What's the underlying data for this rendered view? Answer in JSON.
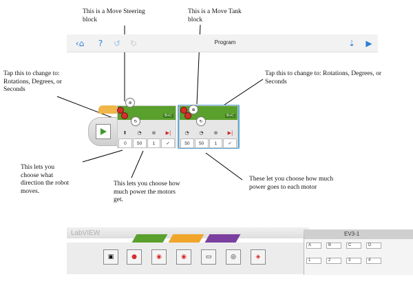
{
  "annotations": {
    "move_steering": "This is a Move Steering\nblock",
    "move_tank": "This is a Move Tank\nblock",
    "tap_left": "Tap this to change to:\nRotations, Degrees, or\nSeconds",
    "tap_right": "Tap this to change to: Rotations, Degrees, or\nSeconds",
    "direction": "This lets you\nchoose what\ndirection the robot\nmoves.",
    "power": "This lets you choose how\nmuch power the motors\nget.",
    "tank_power": "These let you choose how much\npower goes to each motor"
  },
  "toolbar": {
    "title": "Program",
    "icons": [
      "back-home-icon",
      "help-icon",
      "undo-icon",
      "redo-icon",
      "download-icon",
      "play-icon"
    ]
  },
  "steering_block": {
    "port": "B+C",
    "values": [
      "0",
      "50",
      "1",
      "✓"
    ]
  },
  "tank_block": {
    "port": "B+C",
    "values": [
      "50",
      "50",
      "1",
      "✓"
    ]
  },
  "palette": {
    "brand": "LabVIEW",
    "brick_name": "EV3-1",
    "ports_top": [
      "A",
      "B",
      "C",
      "D"
    ],
    "ports_bottom": [
      "1",
      "2",
      "3",
      "4"
    ],
    "tab_colors": [
      "#5aa02c",
      "#f0a52a",
      "#7b3fa0"
    ]
  },
  "colors": {
    "accent_blue": "#2a7fd4",
    "block_green": "#5aa02c",
    "motor_red": "#d62e2e"
  }
}
